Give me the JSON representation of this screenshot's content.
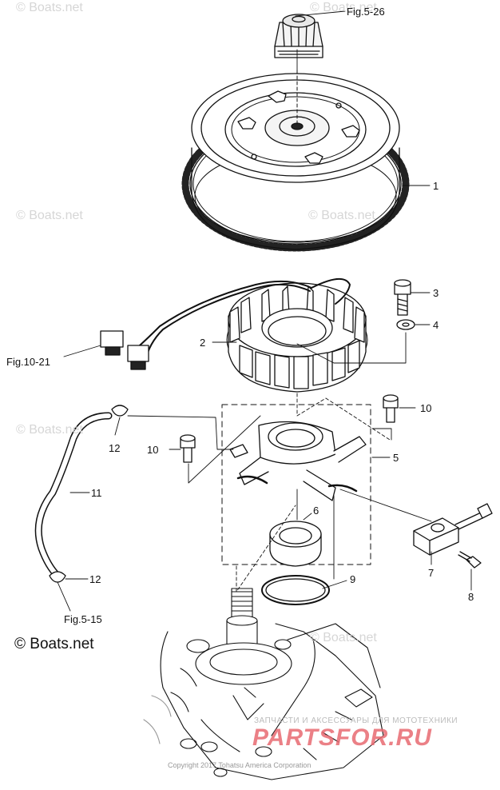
{
  "watermark": {
    "repeat_text": "© Boats.net",
    "corner_text": "© Boats.net"
  },
  "callouts": [
    {
      "id": "1",
      "text": "1"
    },
    {
      "id": "2",
      "text": "2"
    },
    {
      "id": "3",
      "text": "3"
    },
    {
      "id": "4",
      "text": "4"
    },
    {
      "id": "5",
      "text": "5"
    },
    {
      "id": "6",
      "text": "6"
    },
    {
      "id": "7",
      "text": "7"
    },
    {
      "id": "8",
      "text": "8"
    },
    {
      "id": "9",
      "text": "9"
    },
    {
      "id": "10a",
      "text": "10"
    },
    {
      "id": "10b",
      "text": "10"
    },
    {
      "id": "11",
      "text": "11"
    },
    {
      "id": "12a",
      "text": "12"
    },
    {
      "id": "12b",
      "text": "12"
    }
  ],
  "figure_refs": {
    "top": "Fig.5-26",
    "left": "Fig.10-21",
    "bottom": "Fig.5-15"
  },
  "footer": {
    "tagline": "ЗАПЧАСТИ И АКСЕССУАРЫ ДЛЯ МОТОТЕХНИКИ",
    "brand": "PARTSFOR.RU",
    "copyright": "Copyright 2017 Tohatsu America Corporation"
  }
}
